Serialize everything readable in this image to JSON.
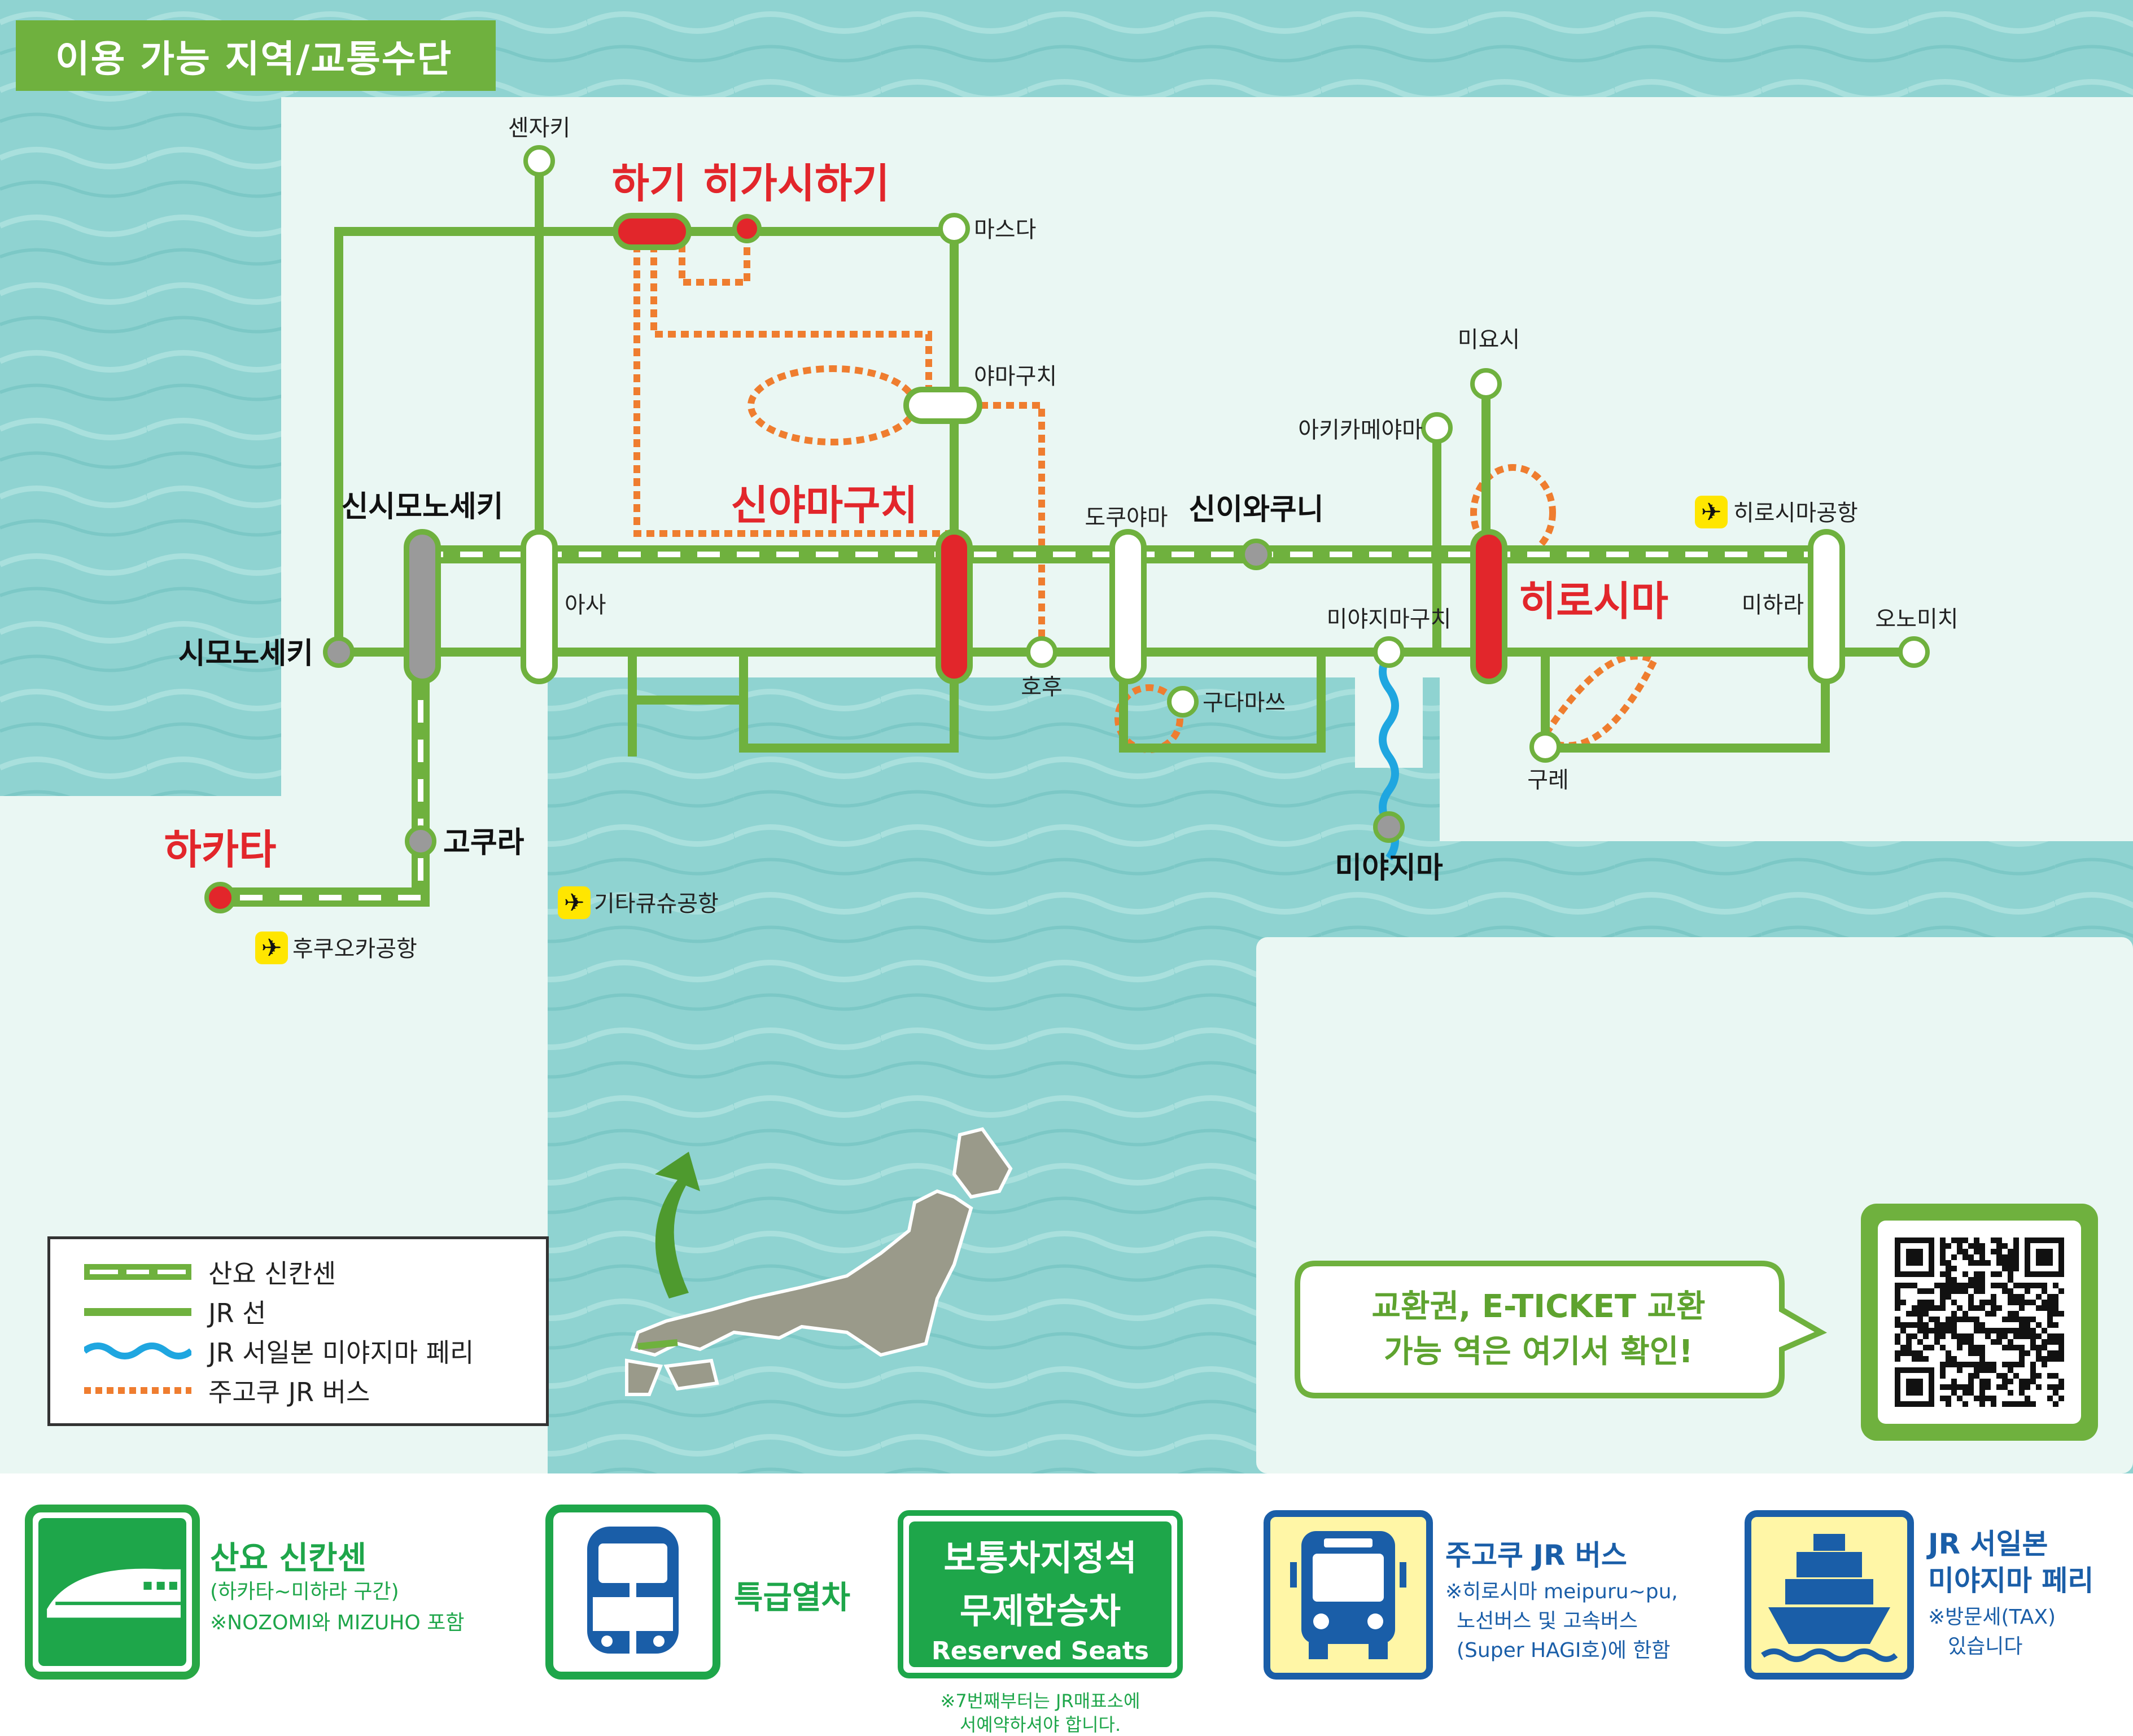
{
  "header": {
    "title": "이용 가능 지역/교통수단"
  },
  "stations": {
    "senzaki": "센자키",
    "hagi": "하기",
    "higashihagi": "히가시하기",
    "masuda": "마스다",
    "yamaguchi": "야마구치",
    "shinyamaguchi": "신야마구치",
    "shinshimonoseki": "신시모노세키",
    "shimonoseki": "시모노세키",
    "asa": "아사",
    "hofu": "호후",
    "tokuyama": "도쿠야마",
    "shiniwakuni": "신이와쿠니",
    "kudamatsu": "구다마쓰",
    "akikameyama": "아키카메야마",
    "miyoshi": "미요시",
    "miyajimaguchi": "미야지마구치",
    "hiroshima": "히로시마",
    "mihara": "미하라",
    "onomichi": "오노미치",
    "kure": "구레",
    "miyajima": "미야지마",
    "kokura": "고쿠라",
    "hakata": "하카타"
  },
  "airports": {
    "hiroshima": "히로시마공항",
    "kitakyushu": "기타큐슈공항",
    "fukuoka": "후쿠오카공항"
  },
  "legend": {
    "shinkansen": "산요 신칸센",
    "jr_line": "JR 선",
    "ferry": "JR 서일본 미야지마 페리",
    "bus": "주고쿠 JR 버스"
  },
  "exchange": {
    "line1": "교환권, E-TICKET 교환",
    "line2": "가능 역은 여기서 확인!"
  },
  "transport": {
    "shinkansen": {
      "title": "산요 신칸센",
      "sub1": "(하카타~미하라 구간)",
      "sub2": "※NOZOMI와 MIZUHO 포함"
    },
    "limited_express": {
      "title": "특급열차"
    },
    "reserved": {
      "line1": "보통차지정석",
      "line2": "무제한승차",
      "line3": "Reserved Seats",
      "note1": "※7번째부터는 JR매표소에",
      "note2": "서예약하셔야 합니다."
    },
    "bus": {
      "title": "주고쿠 JR 버스",
      "sub1": "※히로시마 meipuru~pu,",
      "sub2": "노선버스 및 고속버스",
      "sub3": "(Super HAGI호)에 한함"
    },
    "ferry": {
      "title1": "JR 서일본",
      "title2": "미야지마 페리",
      "sub1": "※방문세(TAX)",
      "sub2": "있습니다"
    }
  },
  "colors": {
    "jr_green": "#6fb13e",
    "bus_orange": "#ef7d2f",
    "ferry_blue": "#1fa6e0",
    "highlight_red": "#e2262b",
    "station_gray": "#9a9a9a",
    "sea": "#8fd3d1",
    "land": "#eaf7f3"
  }
}
